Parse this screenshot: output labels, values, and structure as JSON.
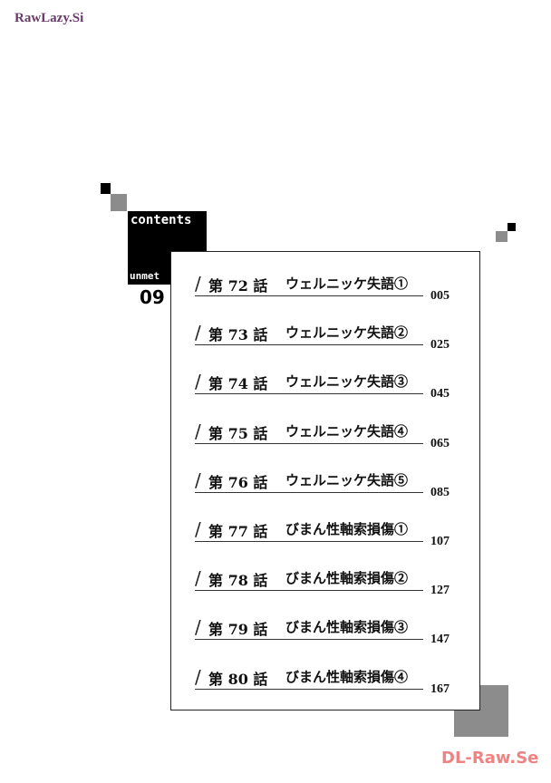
{
  "watermarks": {
    "top": "RawLazy.Si",
    "bottom": "DL-Raw.Se"
  },
  "header": {
    "title": "contents",
    "series": "unmet",
    "volume": "09"
  },
  "entries": [
    {
      "chapter": "第 72 話",
      "title": "ウェルニッケ失語①",
      "page": "005"
    },
    {
      "chapter": "第 73 話",
      "title": "ウェルニッケ失語②",
      "page": "025"
    },
    {
      "chapter": "第 74 話",
      "title": "ウェルニッケ失語③",
      "page": "045"
    },
    {
      "chapter": "第 75 話",
      "title": "ウェルニッケ失語④",
      "page": "065"
    },
    {
      "chapter": "第 76 話",
      "title": "ウェルニッケ失語⑤",
      "page": "085"
    },
    {
      "chapter": "第 77 話",
      "title": "びまん性軸索損傷①",
      "page": "107"
    },
    {
      "chapter": "第 78 話",
      "title": "びまん性軸索損傷②",
      "page": "127"
    },
    {
      "chapter": "第 79 話",
      "title": "びまん性軸索損傷③",
      "page": "147"
    },
    {
      "chapter": "第 80 話",
      "title": "びまん性軸索損傷④",
      "page": "167"
    }
  ]
}
